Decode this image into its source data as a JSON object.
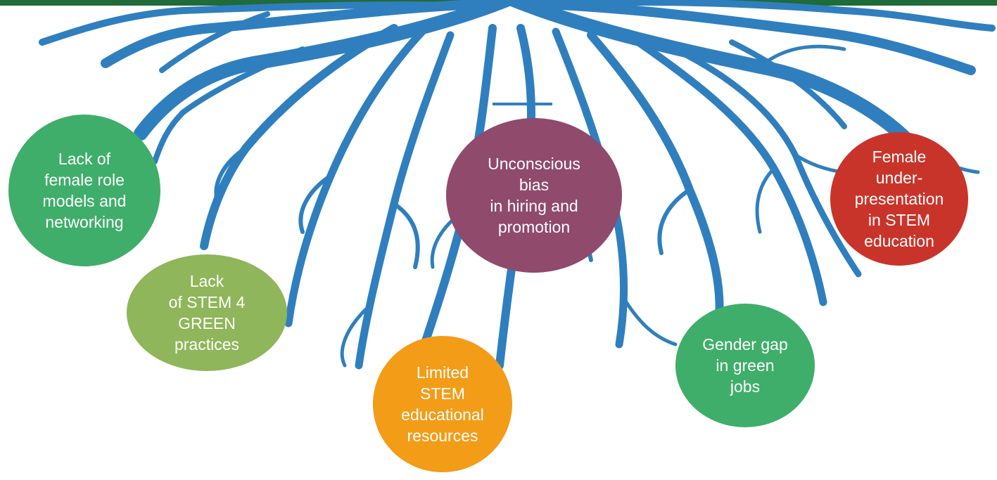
{
  "colors": {
    "root": "#2f7fbf",
    "top_bar": "#1f6b3a",
    "green_dark": "#3fae6a",
    "green_light": "#8fb65a",
    "orange": "#f39c18",
    "purple": "#8f4a6c",
    "red": "#c9342a"
  },
  "causes": {
    "role_models": "Lack of\nfemale role\nmodels and\nnetworking",
    "stem_green": "Lack\nof STEM 4\nGREEN\npractices",
    "resources": "Limited\nSTEM\neducational\nresources",
    "bias": "Unconscious\nbias\nin hiring and\npromotion",
    "gender_gap": "Gender gap\nin green\njobs",
    "under_presentation": "Female\nunder-\npresentation\nin STEM\neducation"
  }
}
